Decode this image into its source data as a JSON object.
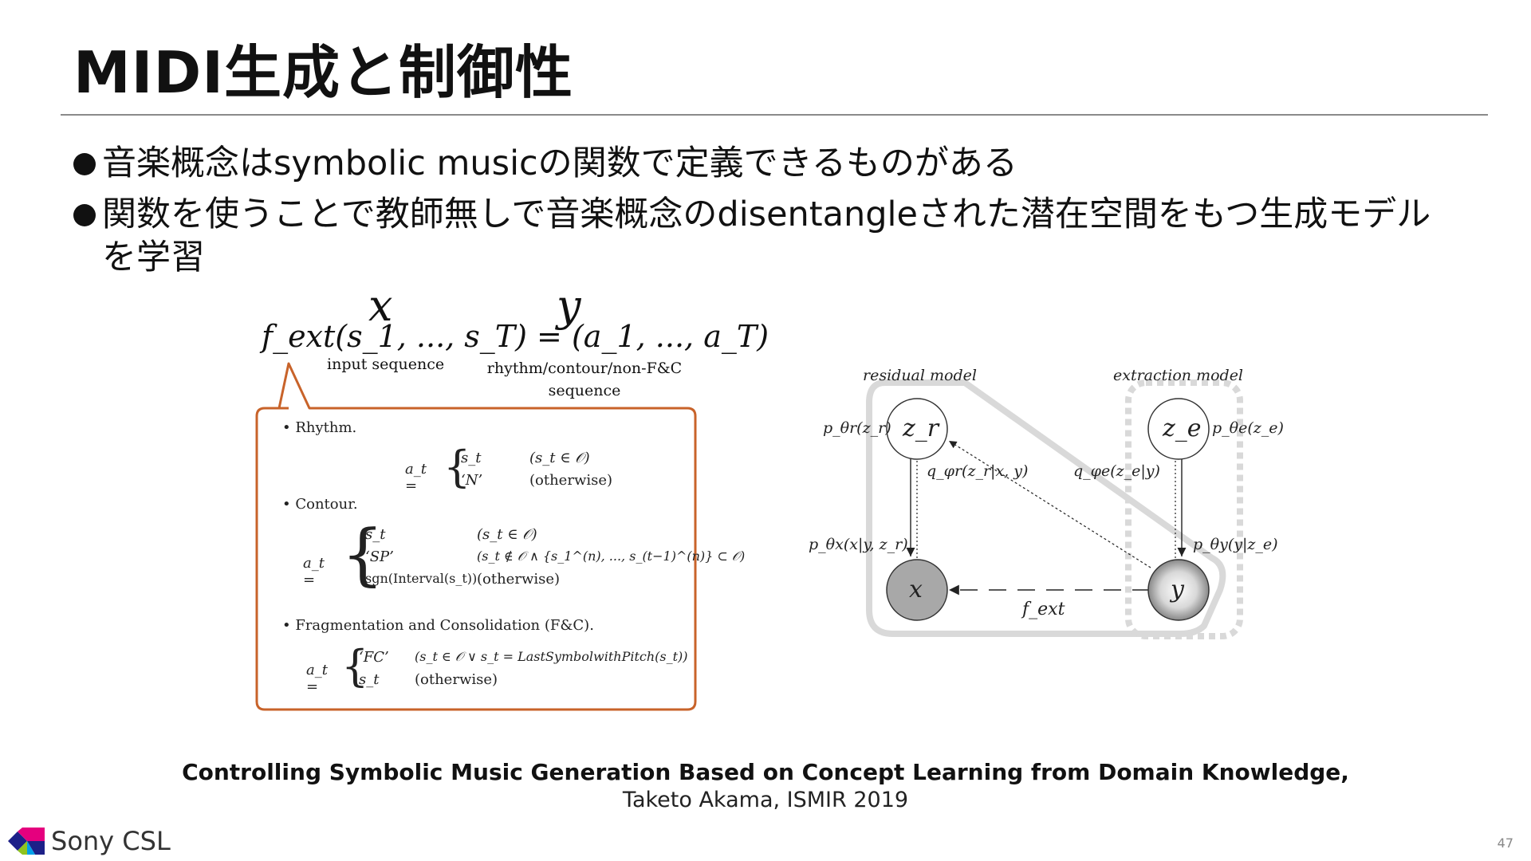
{
  "slide": {
    "title": "MIDI生成と制御性",
    "bullets": [
      "音楽概念はsymbolic musicの関数で定義できるものがある",
      "関数を使うことで教師無しで音楽概念のdisentangleされた潜在空間をもつ生成モデルを学習"
    ],
    "page_number": "47"
  },
  "figure_left": {
    "var_x": "x",
    "var_y": "y",
    "equation": "f_ext(s_1, ..., s_T) = (a_1, ..., a_T)",
    "input_label": "input sequence",
    "output_label_line1": "rhythm/contour/non-F&C",
    "output_label_line2": "sequence",
    "rhythm": {
      "heading": "• Rhythm.",
      "lhs": "a_t =",
      "cases": [
        {
          "value": "s_t",
          "cond": "(s_t ∈ 𝒪)"
        },
        {
          "value": "‘N’",
          "cond": "(otherwise)"
        }
      ]
    },
    "contour": {
      "heading": "• Contour.",
      "lhs": "a_t =",
      "cases": [
        {
          "value": "s_t",
          "cond": "(s_t ∈ 𝒪)"
        },
        {
          "value": "‘SP’",
          "cond": "(s_t ∉ 𝒪 ∧ {s_1^(n), ..., s_(t−1)^(n)} ⊂ 𝒪)"
        },
        {
          "value": "sgn(Interval(s_t))",
          "cond": "(otherwise)"
        }
      ]
    },
    "fc": {
      "heading": "• Fragmentation and Consolidation (F&C).",
      "lhs": "a_t =",
      "cases": [
        {
          "value": "‘FC’",
          "cond": "(s_t ∈ 𝒪 ∨ s_t = LastSymbolwithPitch(s_t))"
        },
        {
          "value": "s_t",
          "cond": "(otherwise)"
        }
      ]
    }
  },
  "figure_right": {
    "residual_label": "residual model",
    "extraction_label": "extraction model",
    "nodes": {
      "zr": "z_r",
      "ze": "z_e",
      "x": "x",
      "y": "y"
    },
    "p_theta_r": "p_θr(z_r)",
    "p_theta_e": "p_θe(z_e)",
    "q_phi_r": "q_φr(z_r|x, y)",
    "q_phi_e": "q_φe(z_e|y)",
    "p_theta_x": "p_θx(x|y, z_r)",
    "p_theta_y": "p_θy(y|z_e)",
    "f_ext": "f_ext"
  },
  "citation": {
    "title": "Controlling Symbolic Music Generation Based on Concept Learning from Domain Knowledge,",
    "author": "Taketo Akama, ISMIR 2019"
  },
  "logo": {
    "text": "Sony CSL",
    "colors": [
      "#e5007e",
      "#1d2088",
      "#00a0e9",
      "#8fc31f"
    ]
  },
  "colors": {
    "callout_border": "#c8632a",
    "node_gray": "#a8a8a8",
    "group_border": "#d9d9d9"
  }
}
